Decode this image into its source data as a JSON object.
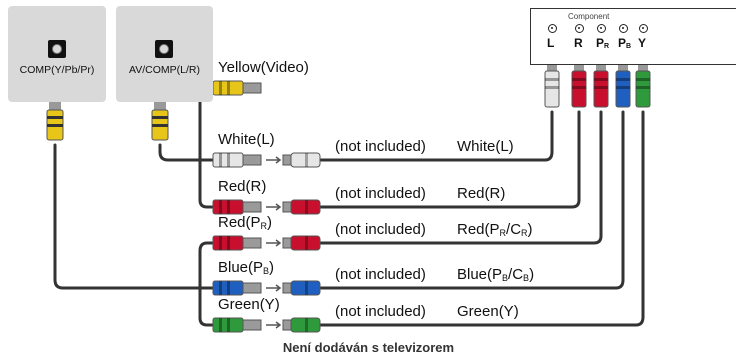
{
  "source_jacks": {
    "comp_label": "COMP(Y/Pb/Pr)",
    "av_label": "AV/COMP(L/R)"
  },
  "component_panel": {
    "title": "Component",
    "ports": [
      {
        "main": "L",
        "sub": ""
      },
      {
        "main": "R",
        "sub": ""
      },
      {
        "main": "P",
        "sub": "R"
      },
      {
        "main": "P",
        "sub": "B"
      },
      {
        "main": "Y",
        "sub": ""
      }
    ]
  },
  "cables": [
    {
      "left_main": "Yellow(Video)",
      "left_sub": "",
      "left_tail": "",
      "note": "",
      "right_main": "",
      "right_sub": "",
      "right_mid": "",
      "right_sub2": "",
      "right_tail": "",
      "color": "#e8c619"
    },
    {
      "left_main": "White(L)",
      "left_sub": "",
      "left_tail": "",
      "note": "(not included)",
      "right_main": "White(L)",
      "right_sub": "",
      "right_mid": "",
      "right_sub2": "",
      "right_tail": "",
      "color": "#e6e6e6"
    },
    {
      "left_main": "Red(R)",
      "left_sub": "",
      "left_tail": "",
      "note": "(not included)",
      "right_main": "Red(R)",
      "right_sub": "",
      "right_mid": "",
      "right_sub2": "",
      "right_tail": "",
      "color": "#c8102e"
    },
    {
      "left_main": "Red(P",
      "left_sub": "R",
      "left_tail": ")",
      "note": "(not included)",
      "right_main": "Red(P",
      "right_sub": "R",
      "right_mid": "/C",
      "right_sub2": "R",
      "right_tail": ")",
      "color": "#c8102e"
    },
    {
      "left_main": "Blue(P",
      "left_sub": "B",
      "left_tail": ")",
      "note": "(not included)",
      "right_main": "Blue(P",
      "right_sub": "B",
      "right_mid": "/C",
      "right_sub2": "B",
      "right_tail": ")",
      "color": "#1f5fbf"
    },
    {
      "left_main": "Green(Y)",
      "left_sub": "",
      "left_tail": "",
      "note": "(not included)",
      "right_main": "Green(Y)",
      "right_sub": "",
      "right_mid": "",
      "right_sub2": "",
      "right_tail": "",
      "color": "#2e9a3c"
    }
  ],
  "footer_note": "Není dodáván s televizorem"
}
